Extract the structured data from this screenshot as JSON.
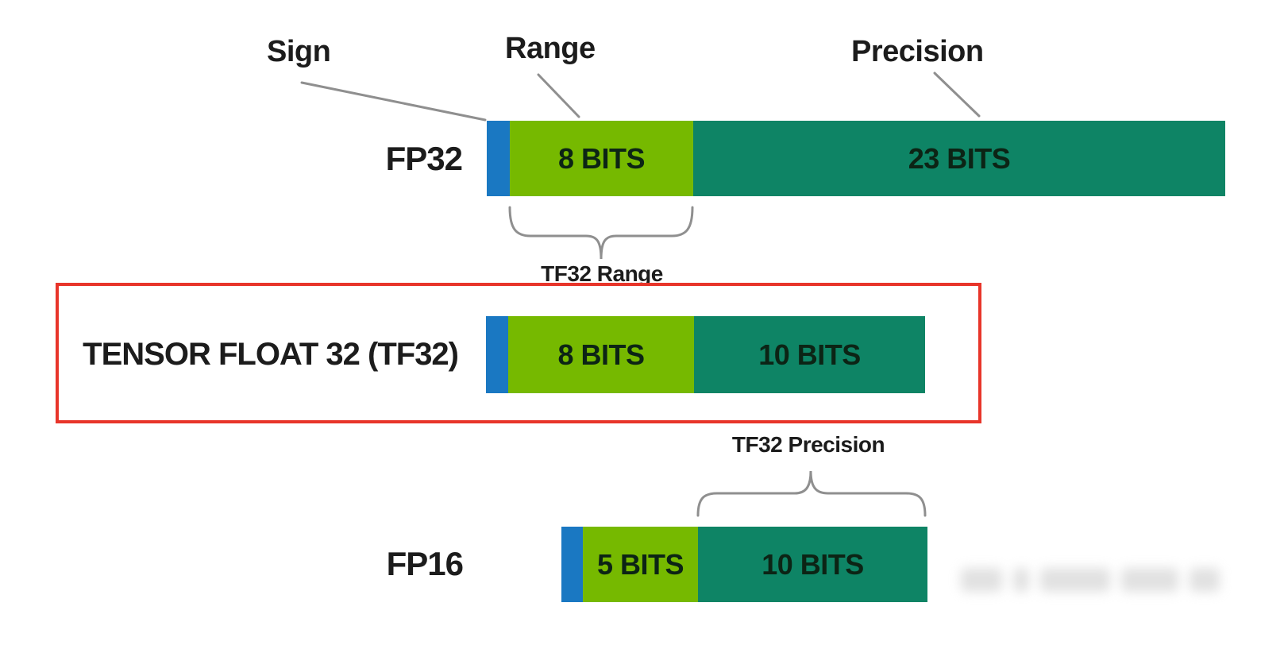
{
  "colors": {
    "sign_bit": "#1a78c2",
    "range_bits": "#76b900",
    "precision_bits": "#0e8465",
    "highlight_box": "#e8352a",
    "annotation_line": "#8f8f8f",
    "bar_text": "#0c2415",
    "label_text": "#1c1c1c"
  },
  "legend": {
    "sign": "Sign",
    "range": "Range",
    "precision": "Precision"
  },
  "rows": [
    {
      "id": "fp32",
      "label": "FP32",
      "sign_bits": 1,
      "range_bits": 8,
      "precision_bits": 23,
      "range_label": "8 BITS",
      "precision_label": "23 BITS"
    },
    {
      "id": "tf32",
      "label": "TENSOR FLOAT 32 (TF32)",
      "sign_bits": 1,
      "range_bits": 8,
      "precision_bits": 10,
      "range_label": "8 BITS",
      "precision_label": "10 BITS"
    },
    {
      "id": "fp16",
      "label": "FP16",
      "sign_bits": 1,
      "range_bits": 5,
      "precision_bits": 10,
      "range_label": "5 BITS",
      "precision_label": "10 BITS"
    }
  ],
  "annotations": {
    "tf32_range": "TF32 Range",
    "tf32_precision": "TF32 Precision"
  }
}
